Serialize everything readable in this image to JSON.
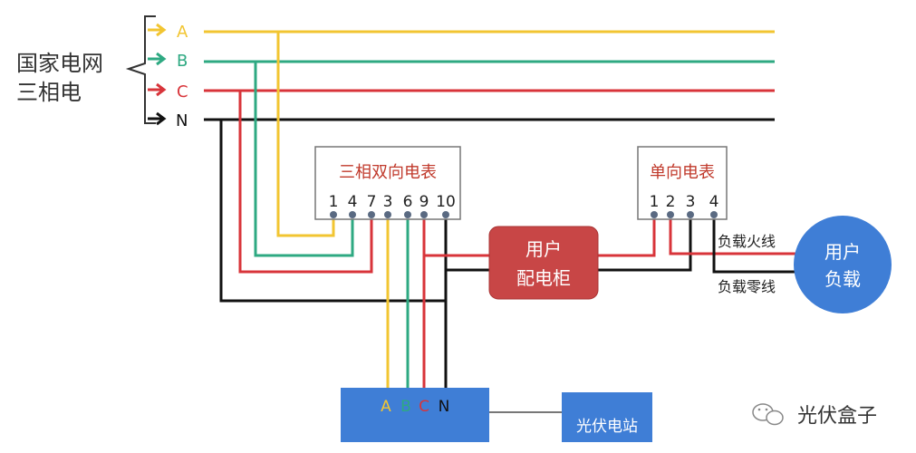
{
  "grid": {
    "label_line1": "国家电网",
    "label_line2": "三相电",
    "phases": [
      {
        "id": "A",
        "color": "#f2c531"
      },
      {
        "id": "B",
        "color": "#2ea982"
      },
      {
        "id": "C",
        "color": "#d8343a"
      },
      {
        "id": "N",
        "color": "#111111"
      }
    ]
  },
  "bidirectional_meter": {
    "title": "三相双向电表",
    "terminals": [
      "1",
      "4",
      "7",
      "3",
      "6",
      "9",
      "10"
    ]
  },
  "single_meter": {
    "title": "单向电表",
    "terminals": [
      "1",
      "2",
      "3",
      "4"
    ]
  },
  "distribution_cabinet": {
    "line1": "用户",
    "line2": "配电柜"
  },
  "user_load": {
    "line1": "用户",
    "line2": "负载",
    "live_label": "负载火线",
    "neutral_label": "负载零线"
  },
  "inverter": {
    "terminals": [
      "A",
      "B",
      "C",
      "N"
    ]
  },
  "pv_station": {
    "label": "光伏电站"
  },
  "watermark": {
    "text": "光伏盒子"
  },
  "colors": {
    "yellow": "#f2c531",
    "green": "#2ea982",
    "red": "#d8343a",
    "black": "#111111",
    "cabinet_fill": "#c84646",
    "load_fill": "#3f7ed6",
    "inverter_fill": "#3f7ed6"
  }
}
